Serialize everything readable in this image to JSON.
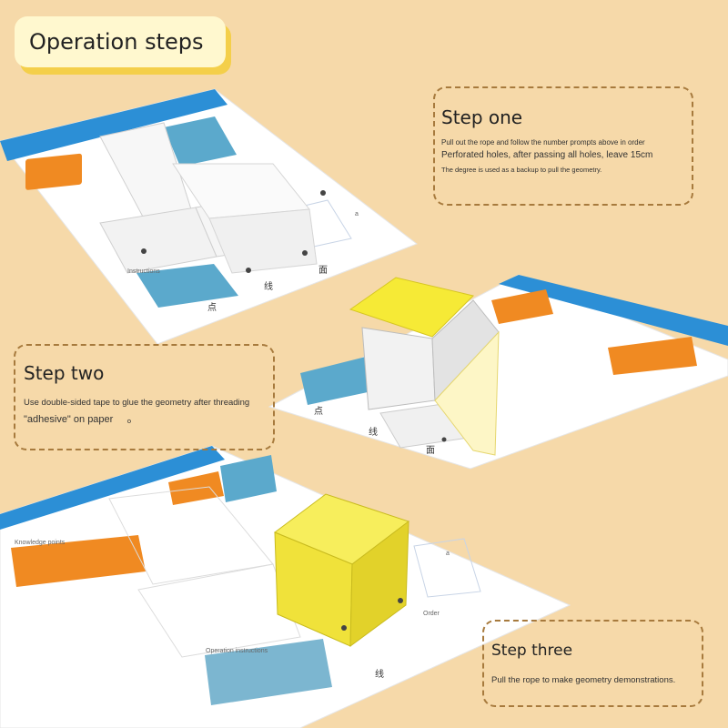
{
  "title": "Operation steps",
  "steps": [
    {
      "heading": "Step one",
      "lines": [
        "Pull out the rope and follow the number prompts above in order",
        "Perforated holes, after passing all holes, leave 15cm",
        "The degree is used as a backup to pull the geometry."
      ]
    },
    {
      "heading": "Step two",
      "lines": [
        "Use double-sided tape to glue the geometry after threading",
        "\"adhesive\" on paper"
      ],
      "glyph": "。"
    },
    {
      "heading": "Step three",
      "lines": [
        "Pull the rope to make geometry demonstrations."
      ]
    }
  ],
  "sheet_labels": {
    "instructions": "Instructions",
    "knowledge_points": "Knowledge points",
    "operation_instructions": "Operation instructions",
    "order": "Order",
    "point": "点",
    "line": "线",
    "plane": "面",
    "axis_a": "a"
  },
  "colors": {
    "background": "#f6d9a9",
    "title_fill": "#fff8cf",
    "title_shadow": "#f4cf4a",
    "dash": "#a77a3d",
    "banner_blue": "#2c8fd6",
    "orange": "#f08a22",
    "panel_blue": "#5ba9cc",
    "cube_yellow": "#f0e23a"
  }
}
